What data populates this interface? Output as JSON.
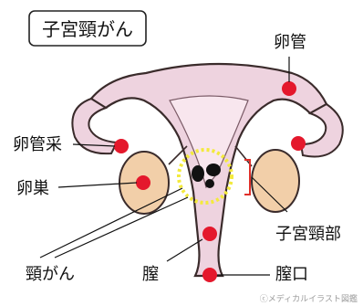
{
  "title": "子宮頸がん",
  "labels": {
    "oviduct": "卵管",
    "fimbria": "卵管采",
    "ovary": "卵巣",
    "cervix": "子宮頸部",
    "cervical_cancer": "頸がん",
    "vagina": "膣",
    "vaginal_opening": "膣口"
  },
  "credit": "ⓒメディカルイラスト図鑑",
  "colors": {
    "uterus_outline": "#3a2b2b",
    "uterus_fill": "#eed3df",
    "ovary_fill": "#f2cfa9",
    "marker_red": "#e4182c",
    "highlight_circle": "#f3ea3c",
    "bracket": "#e0302a"
  }
}
